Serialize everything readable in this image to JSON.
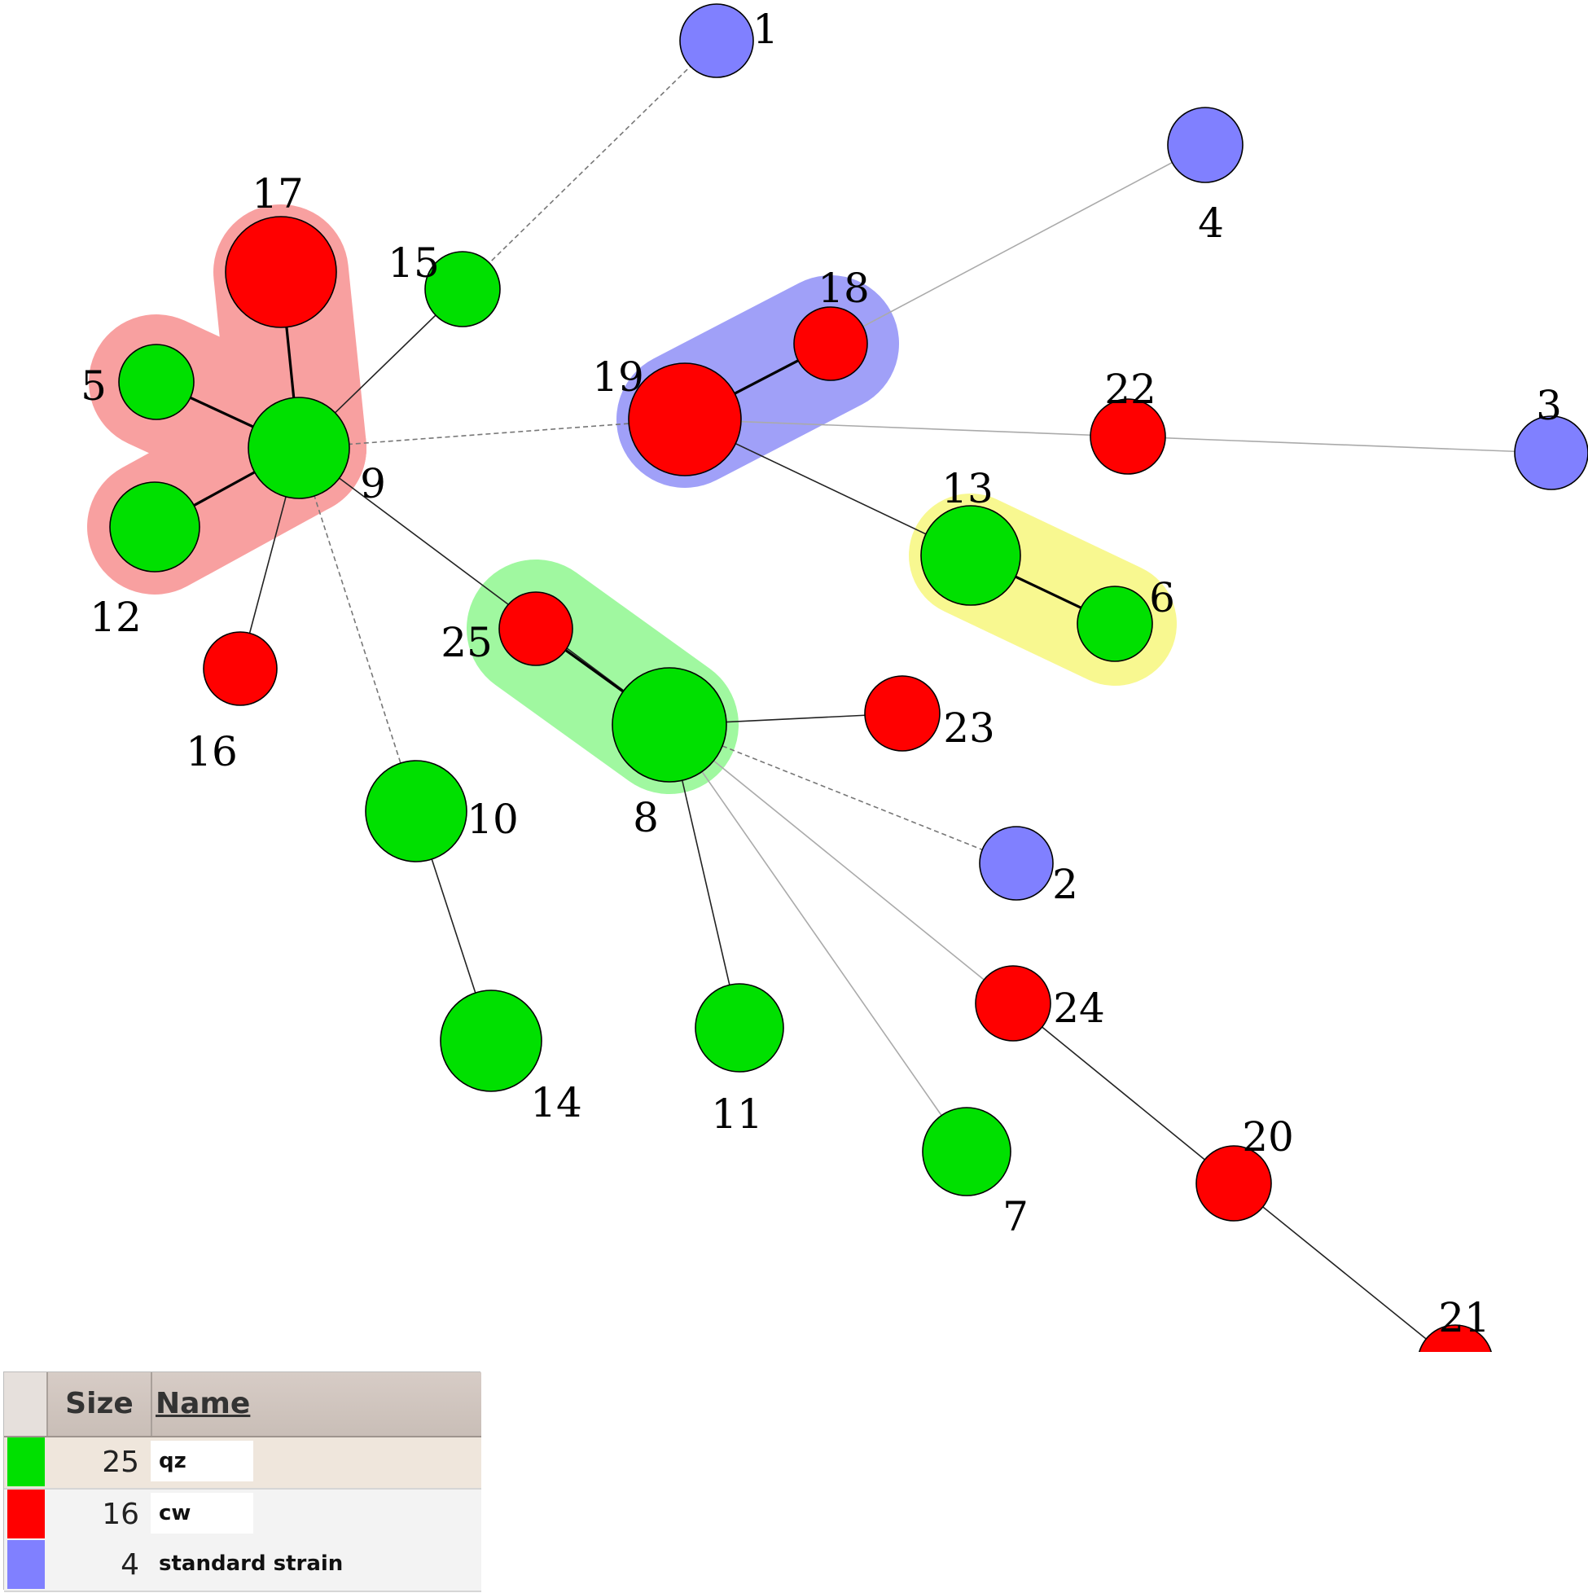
{
  "legend": {
    "header": {
      "size": "Size",
      "name": "Name"
    },
    "rows": [
      {
        "size": "25",
        "name": "qz",
        "color": "#00e000"
      },
      {
        "size": "16",
        "name": "cw",
        "color": "#ff0000"
      },
      {
        "size": "4",
        "name": "standard strain",
        "color": "#8080ff"
      }
    ]
  },
  "colors": {
    "qz": "#00e000",
    "cw": "#ff0000",
    "standard": "#8080ff"
  },
  "nodes": [
    {
      "id": "1",
      "group": "standard"
    },
    {
      "id": "2",
      "group": "standard"
    },
    {
      "id": "3",
      "group": "standard"
    },
    {
      "id": "4",
      "group": "standard"
    },
    {
      "id": "5",
      "group": "qz"
    },
    {
      "id": "6",
      "group": "qz"
    },
    {
      "id": "7",
      "group": "qz"
    },
    {
      "id": "8",
      "group": "qz"
    },
    {
      "id": "9",
      "group": "qz"
    },
    {
      "id": "10",
      "group": "qz"
    },
    {
      "id": "11",
      "group": "qz"
    },
    {
      "id": "12",
      "group": "qz"
    },
    {
      "id": "13",
      "group": "qz"
    },
    {
      "id": "14",
      "group": "qz"
    },
    {
      "id": "15",
      "group": "qz"
    },
    {
      "id": "16",
      "group": "cw"
    },
    {
      "id": "17",
      "group": "cw"
    },
    {
      "id": "18",
      "group": "cw"
    },
    {
      "id": "19",
      "group": "cw"
    },
    {
      "id": "20",
      "group": "cw"
    },
    {
      "id": "21",
      "group": "cw"
    },
    {
      "id": "22",
      "group": "cw"
    },
    {
      "id": "23",
      "group": "cw"
    },
    {
      "id": "24",
      "group": "cw"
    },
    {
      "id": "25",
      "group": "cw"
    }
  ],
  "edges": [
    {
      "from": "9",
      "to": "17",
      "style": "bold"
    },
    {
      "from": "9",
      "to": "5",
      "style": "bold"
    },
    {
      "from": "9",
      "to": "12",
      "style": "bold"
    },
    {
      "from": "9",
      "to": "15",
      "style": "solid"
    },
    {
      "from": "9",
      "to": "16",
      "style": "solid"
    },
    {
      "from": "9",
      "to": "8",
      "style": "solid"
    },
    {
      "from": "9",
      "to": "10",
      "style": "dashed"
    },
    {
      "from": "9",
      "to": "19",
      "style": "dashed"
    },
    {
      "from": "15",
      "to": "1",
      "style": "dashed"
    },
    {
      "from": "19",
      "to": "18",
      "style": "bold"
    },
    {
      "from": "18",
      "to": "4",
      "style": "light"
    },
    {
      "from": "19",
      "to": "22",
      "style": "light"
    },
    {
      "from": "22",
      "to": "3",
      "style": "light"
    },
    {
      "from": "19",
      "to": "13",
      "style": "solid"
    },
    {
      "from": "13",
      "to": "6",
      "style": "bold"
    },
    {
      "from": "25",
      "to": "8",
      "style": "bold"
    },
    {
      "from": "8",
      "to": "23",
      "style": "solid"
    },
    {
      "from": "8",
      "to": "2",
      "style": "dashed"
    },
    {
      "from": "8",
      "to": "11",
      "style": "solid"
    },
    {
      "from": "8",
      "to": "7",
      "style": "light"
    },
    {
      "from": "8",
      "to": "24",
      "style": "light"
    },
    {
      "from": "24",
      "to": "20",
      "style": "solid"
    },
    {
      "from": "20",
      "to": "21",
      "style": "solid"
    },
    {
      "from": "10",
      "to": "14",
      "style": "solid"
    }
  ],
  "highlights": [
    {
      "nodes": [
        "17",
        "9",
        "5",
        "12"
      ],
      "color": "#f8a0a0"
    },
    {
      "nodes": [
        "19",
        "18"
      ],
      "color": "#a0a0f8"
    },
    {
      "nodes": [
        "13",
        "6"
      ],
      "color": "#f8f890"
    },
    {
      "nodes": [
        "25",
        "8"
      ],
      "color": "#a0f8a0"
    }
  ]
}
